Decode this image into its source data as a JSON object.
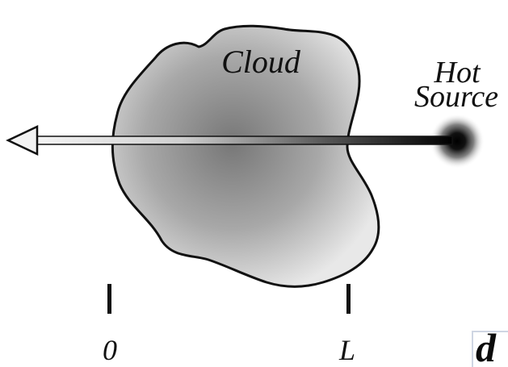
{
  "labels": {
    "cloud": "Cloud",
    "source_line1": "Hot",
    "source_line2": "Source",
    "axis_start": "0",
    "axis_end": "L",
    "corner_fragment": "d"
  },
  "colors": {
    "outline": "#111111",
    "cloud_light": "#e6e6e6",
    "cloud_dark": "#6e6e6e",
    "source_core": "#000000",
    "arrow_light": "#f2f2f2",
    "arrow_dark": "#1a1a1a"
  },
  "icons": {
    "arrow": "left-arrow-icon",
    "source": "radial-glow-icon"
  }
}
